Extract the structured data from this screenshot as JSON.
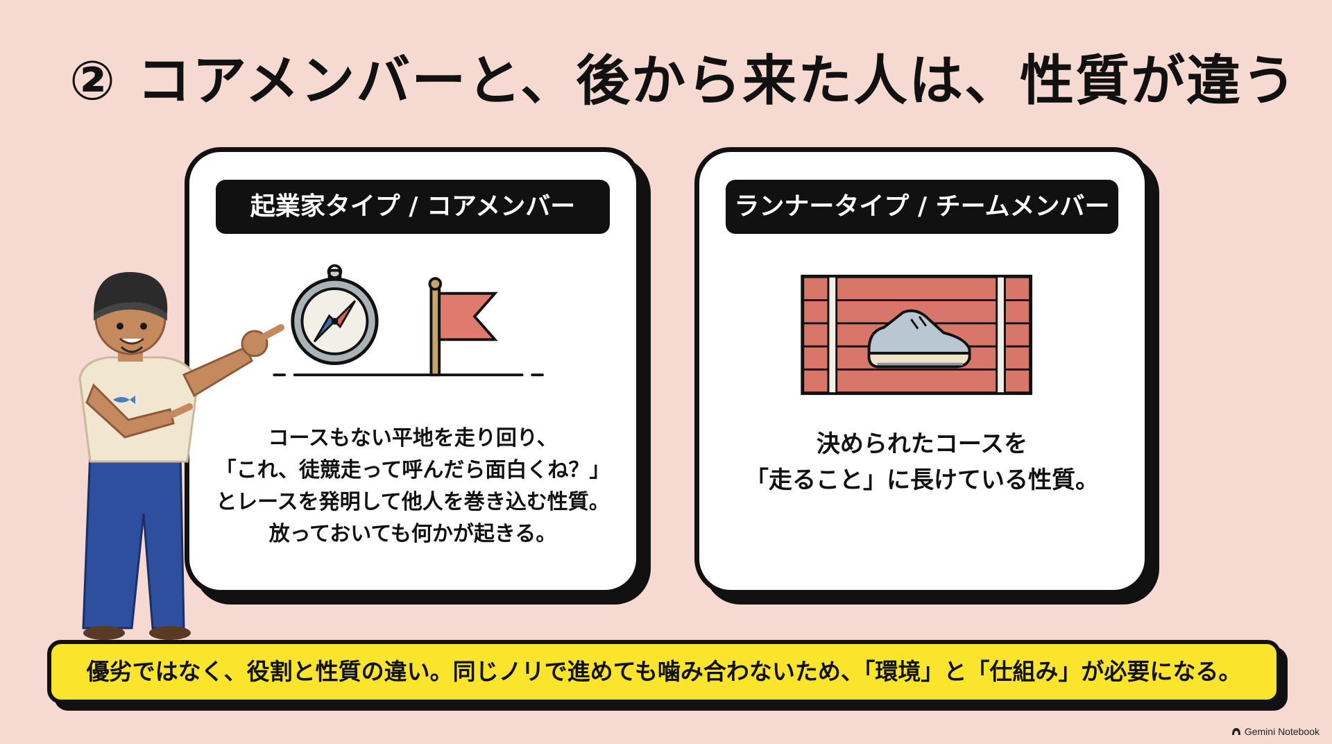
{
  "slide": {
    "title": "② コアメンバーと、後から来た人は、性質が違う",
    "cards": [
      {
        "header": "起業家タイプ / コアメンバー",
        "illustration": "compass-and-flag-icon",
        "body_lines": [
          "コースもない平地を走り回り、",
          "「これ、徒競走って呼んだら面白くね？」",
          "とレースを発明して他人を巻き込む性質。",
          "放っておいても何かが起きる。"
        ]
      },
      {
        "header": "ランナータイプ / チームメンバー",
        "illustration": "running-track-shoe-icon",
        "body_lines": [
          "決められたコースを",
          "「走ること」に長けている性質。"
        ]
      }
    ],
    "banner": "優劣ではなく、役割と性質の違い。同じノリで進めても噛み合わないため、「環境」と「仕組み」が必要になる。",
    "watermark": "Gemini Notebook"
  },
  "colors": {
    "background": "#f6d9d1",
    "banner": "#fbe52c",
    "flag": "#e07a6f",
    "track": "#d9766a"
  }
}
